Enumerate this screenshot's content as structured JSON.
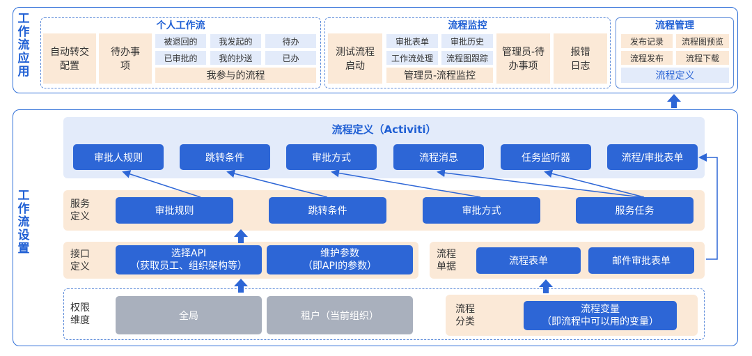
{
  "top": {
    "side_title": "工作流应用",
    "personal": {
      "title": "个人工作流",
      "auto_transfer": "自动转交配置",
      "todo_items": "待办事项",
      "rejected": "被退回的",
      "initiated": "我发起的",
      "pending": "待办",
      "approved": "已审批的",
      "cc": "我的抄送",
      "done": "已办",
      "participated": "我参与的流程"
    },
    "monitor": {
      "title": "流程监控",
      "test_start": "测试流程启动",
      "approval_form": "审批表单",
      "approval_history": "审批历史",
      "workflow_handle": "工作流处理",
      "diagram_trace": "流程图跟踪",
      "admin_monitor": "管理员-流程监控",
      "admin_todo": "管理员-待办事项",
      "error_log": "报错日志"
    },
    "manage": {
      "title": "流程管理",
      "publish_record": "发布记录",
      "diagram_preview": "流程图预览",
      "publish": "流程发布",
      "download": "流程下载",
      "definition": "流程定义"
    }
  },
  "bottom": {
    "side_title": "工作流设置",
    "definition": {
      "title": "流程定义（Activiti）",
      "items": [
        "审批人规则",
        "跳转条件",
        "审批方式",
        "流程消息",
        "任务监听器",
        "流程/审批表单"
      ]
    },
    "service": {
      "label": "服务定义",
      "items": [
        "审批规则",
        "跳转条件",
        "审批方式",
        "服务任务"
      ]
    },
    "interface": {
      "label": "接口定义",
      "select_api": "选择API\n（获取员工、组织架构等）",
      "maintain_params": "维护参数\n（即API的参数）"
    },
    "documents": {
      "label": "流程单据",
      "form": "流程表单",
      "mail_form": "邮件审批表单"
    },
    "permission": {
      "label": "权限维度",
      "global": "全局",
      "tenant": "租户（当前组织）"
    },
    "category": {
      "label": "流程分类",
      "variables": "流程变量\n（即流程中可以用的变量）"
    }
  },
  "colors": {
    "accent": "#2d66d6",
    "peach": "#fbe9d7",
    "lavender": "#e3ebfa",
    "gray": "#a9b0bd"
  }
}
